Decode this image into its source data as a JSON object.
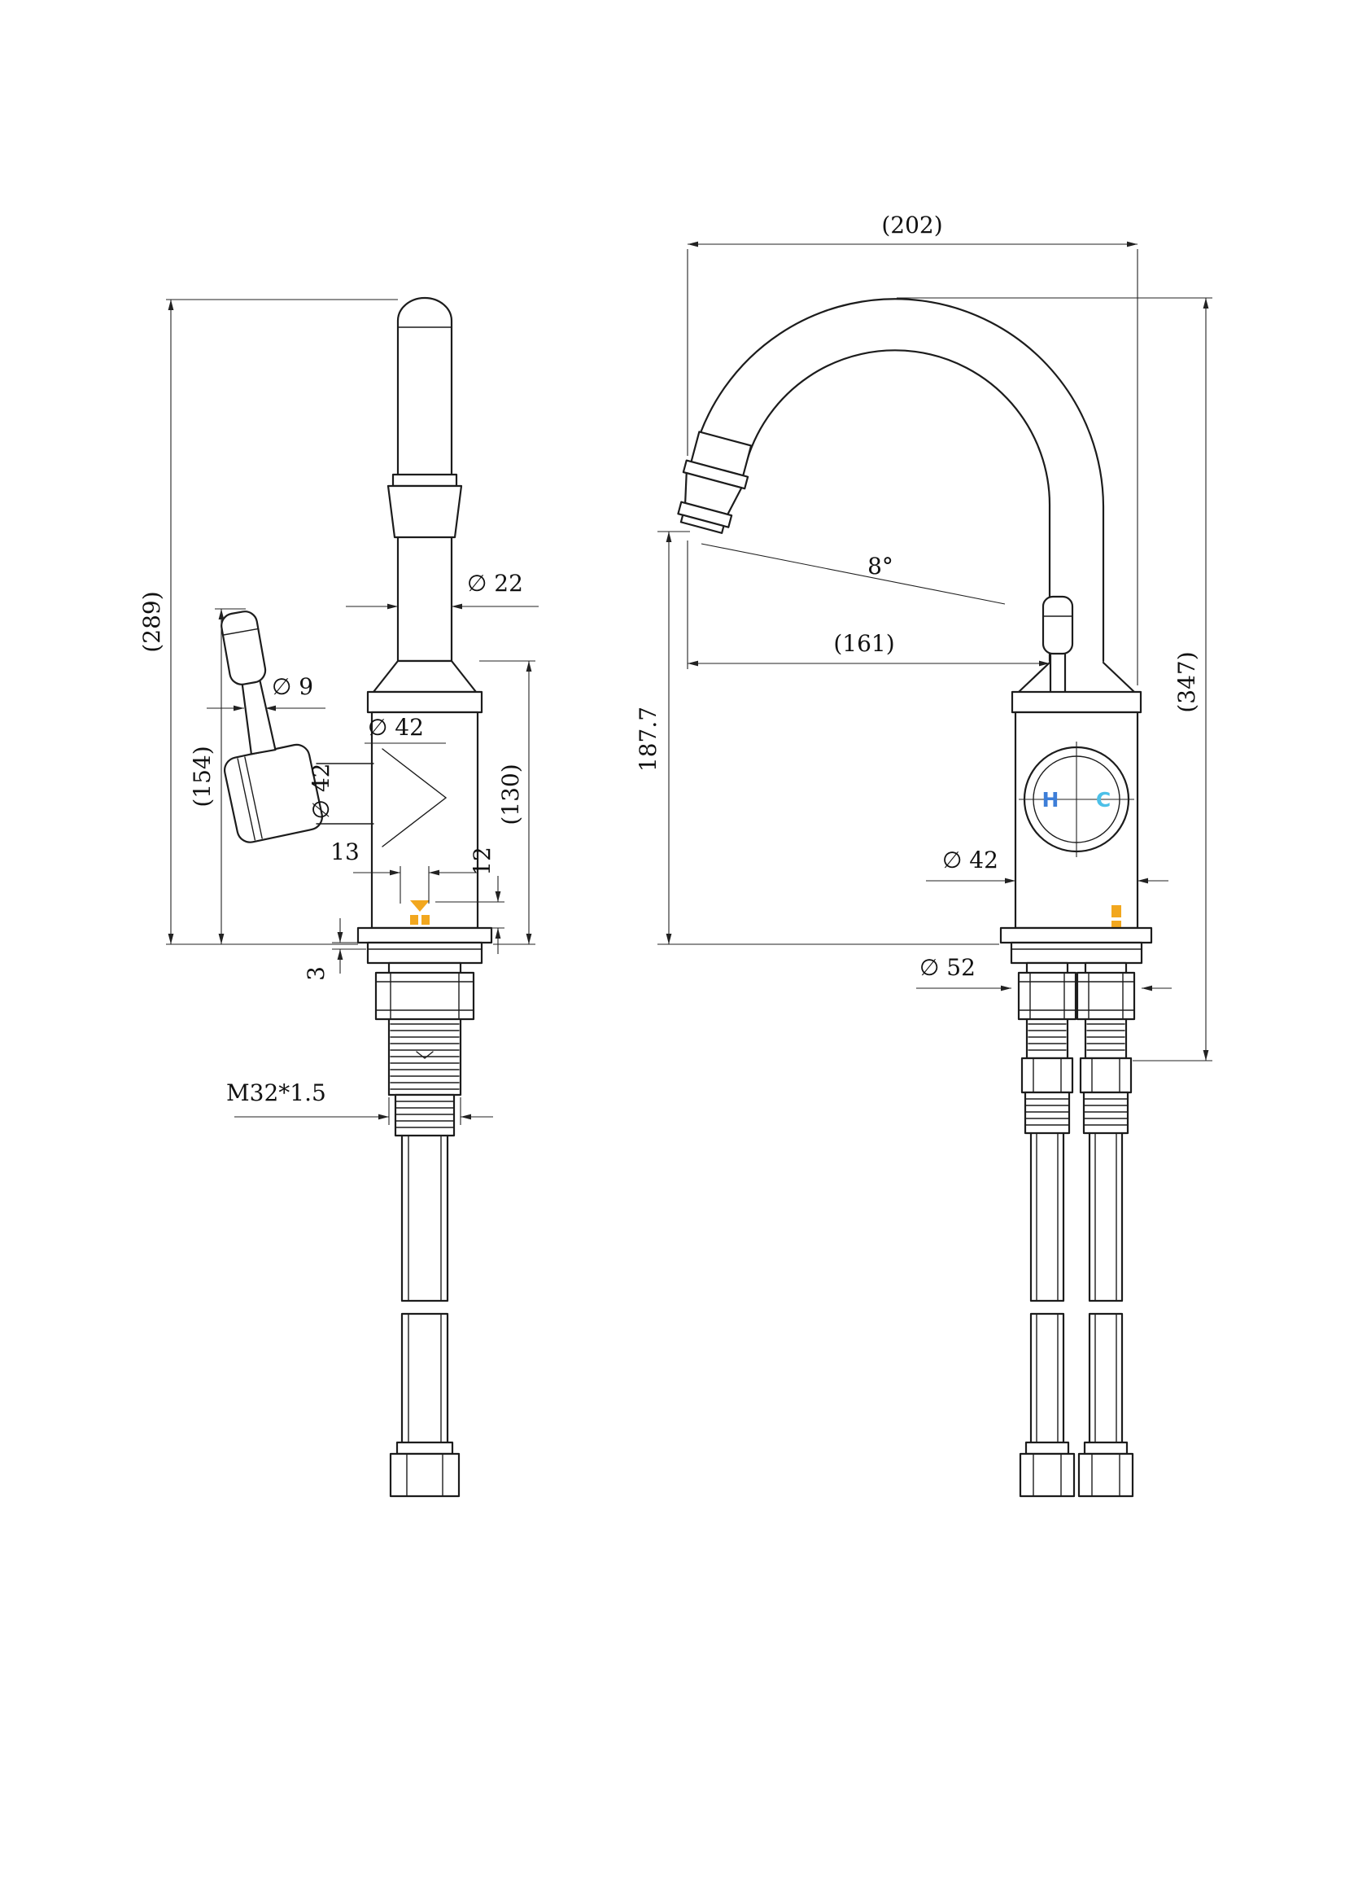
{
  "colors": {
    "line": "#1c1c1c",
    "accent": "#f2a71e",
    "hot": "#3d7ed8",
    "cold": "#4cc0e8"
  },
  "side_view": {
    "labels": {
      "overall_height": "(289)",
      "handle_height": "(154)",
      "spout_tube_diameter": "∅ 22",
      "handle_stem_diameter": "∅ 9",
      "body_diameter": "∅ 42",
      "cartridge_diameter": "∅ 42",
      "aerator_offset": "13",
      "aerator_depth": "12",
      "body_height": "(130)",
      "deck_plate_thickness": "3",
      "mounting_thread": "M32*1.5"
    }
  },
  "front_view": {
    "labels": {
      "spout_width": "(202)",
      "outlet_angle": "8°",
      "spout_reach": "(161)",
      "outlet_height": "187.7",
      "overall_height": "(347)",
      "body_diameter": "∅ 42",
      "base_diameter": "∅ 52",
      "hot": "H",
      "cold": "C"
    }
  }
}
